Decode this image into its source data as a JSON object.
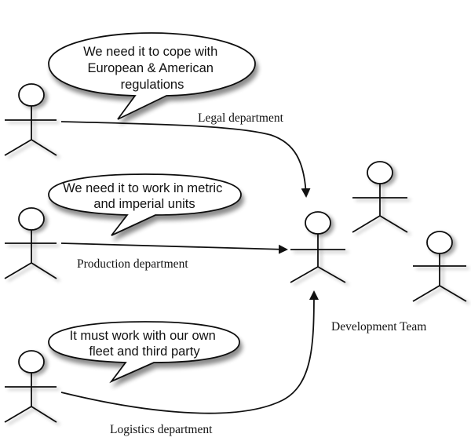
{
  "diagram": {
    "bubbles": {
      "legal": [
        "We need it to cope with",
        "European & American",
        "regulations"
      ],
      "production": [
        "We need it to work in metric",
        "and imperial units"
      ],
      "logistics": [
        "It must work with our own",
        "fleet and third party"
      ]
    },
    "labels": {
      "legal": "Legal department",
      "production": "Production department",
      "logistics": "Logistics department",
      "development": "Development Team"
    },
    "colors": {
      "stroke": "#111111",
      "bubble_fill": "#ffffff",
      "shadow": "#9a9a9a"
    }
  }
}
